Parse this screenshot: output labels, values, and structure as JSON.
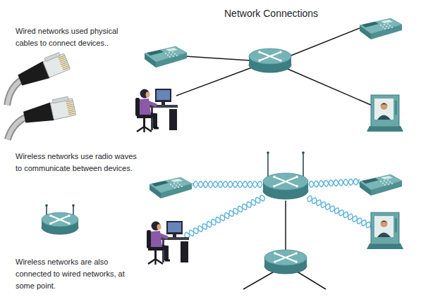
{
  "diagram": {
    "title": "Network Connections",
    "labels": [
      "Wired networks used physical cables to connect devices..",
      "Wireless networks use radio waves to communicate between devices.",
      "Wireless networks are also connected to wired networks, at some point."
    ]
  }
}
